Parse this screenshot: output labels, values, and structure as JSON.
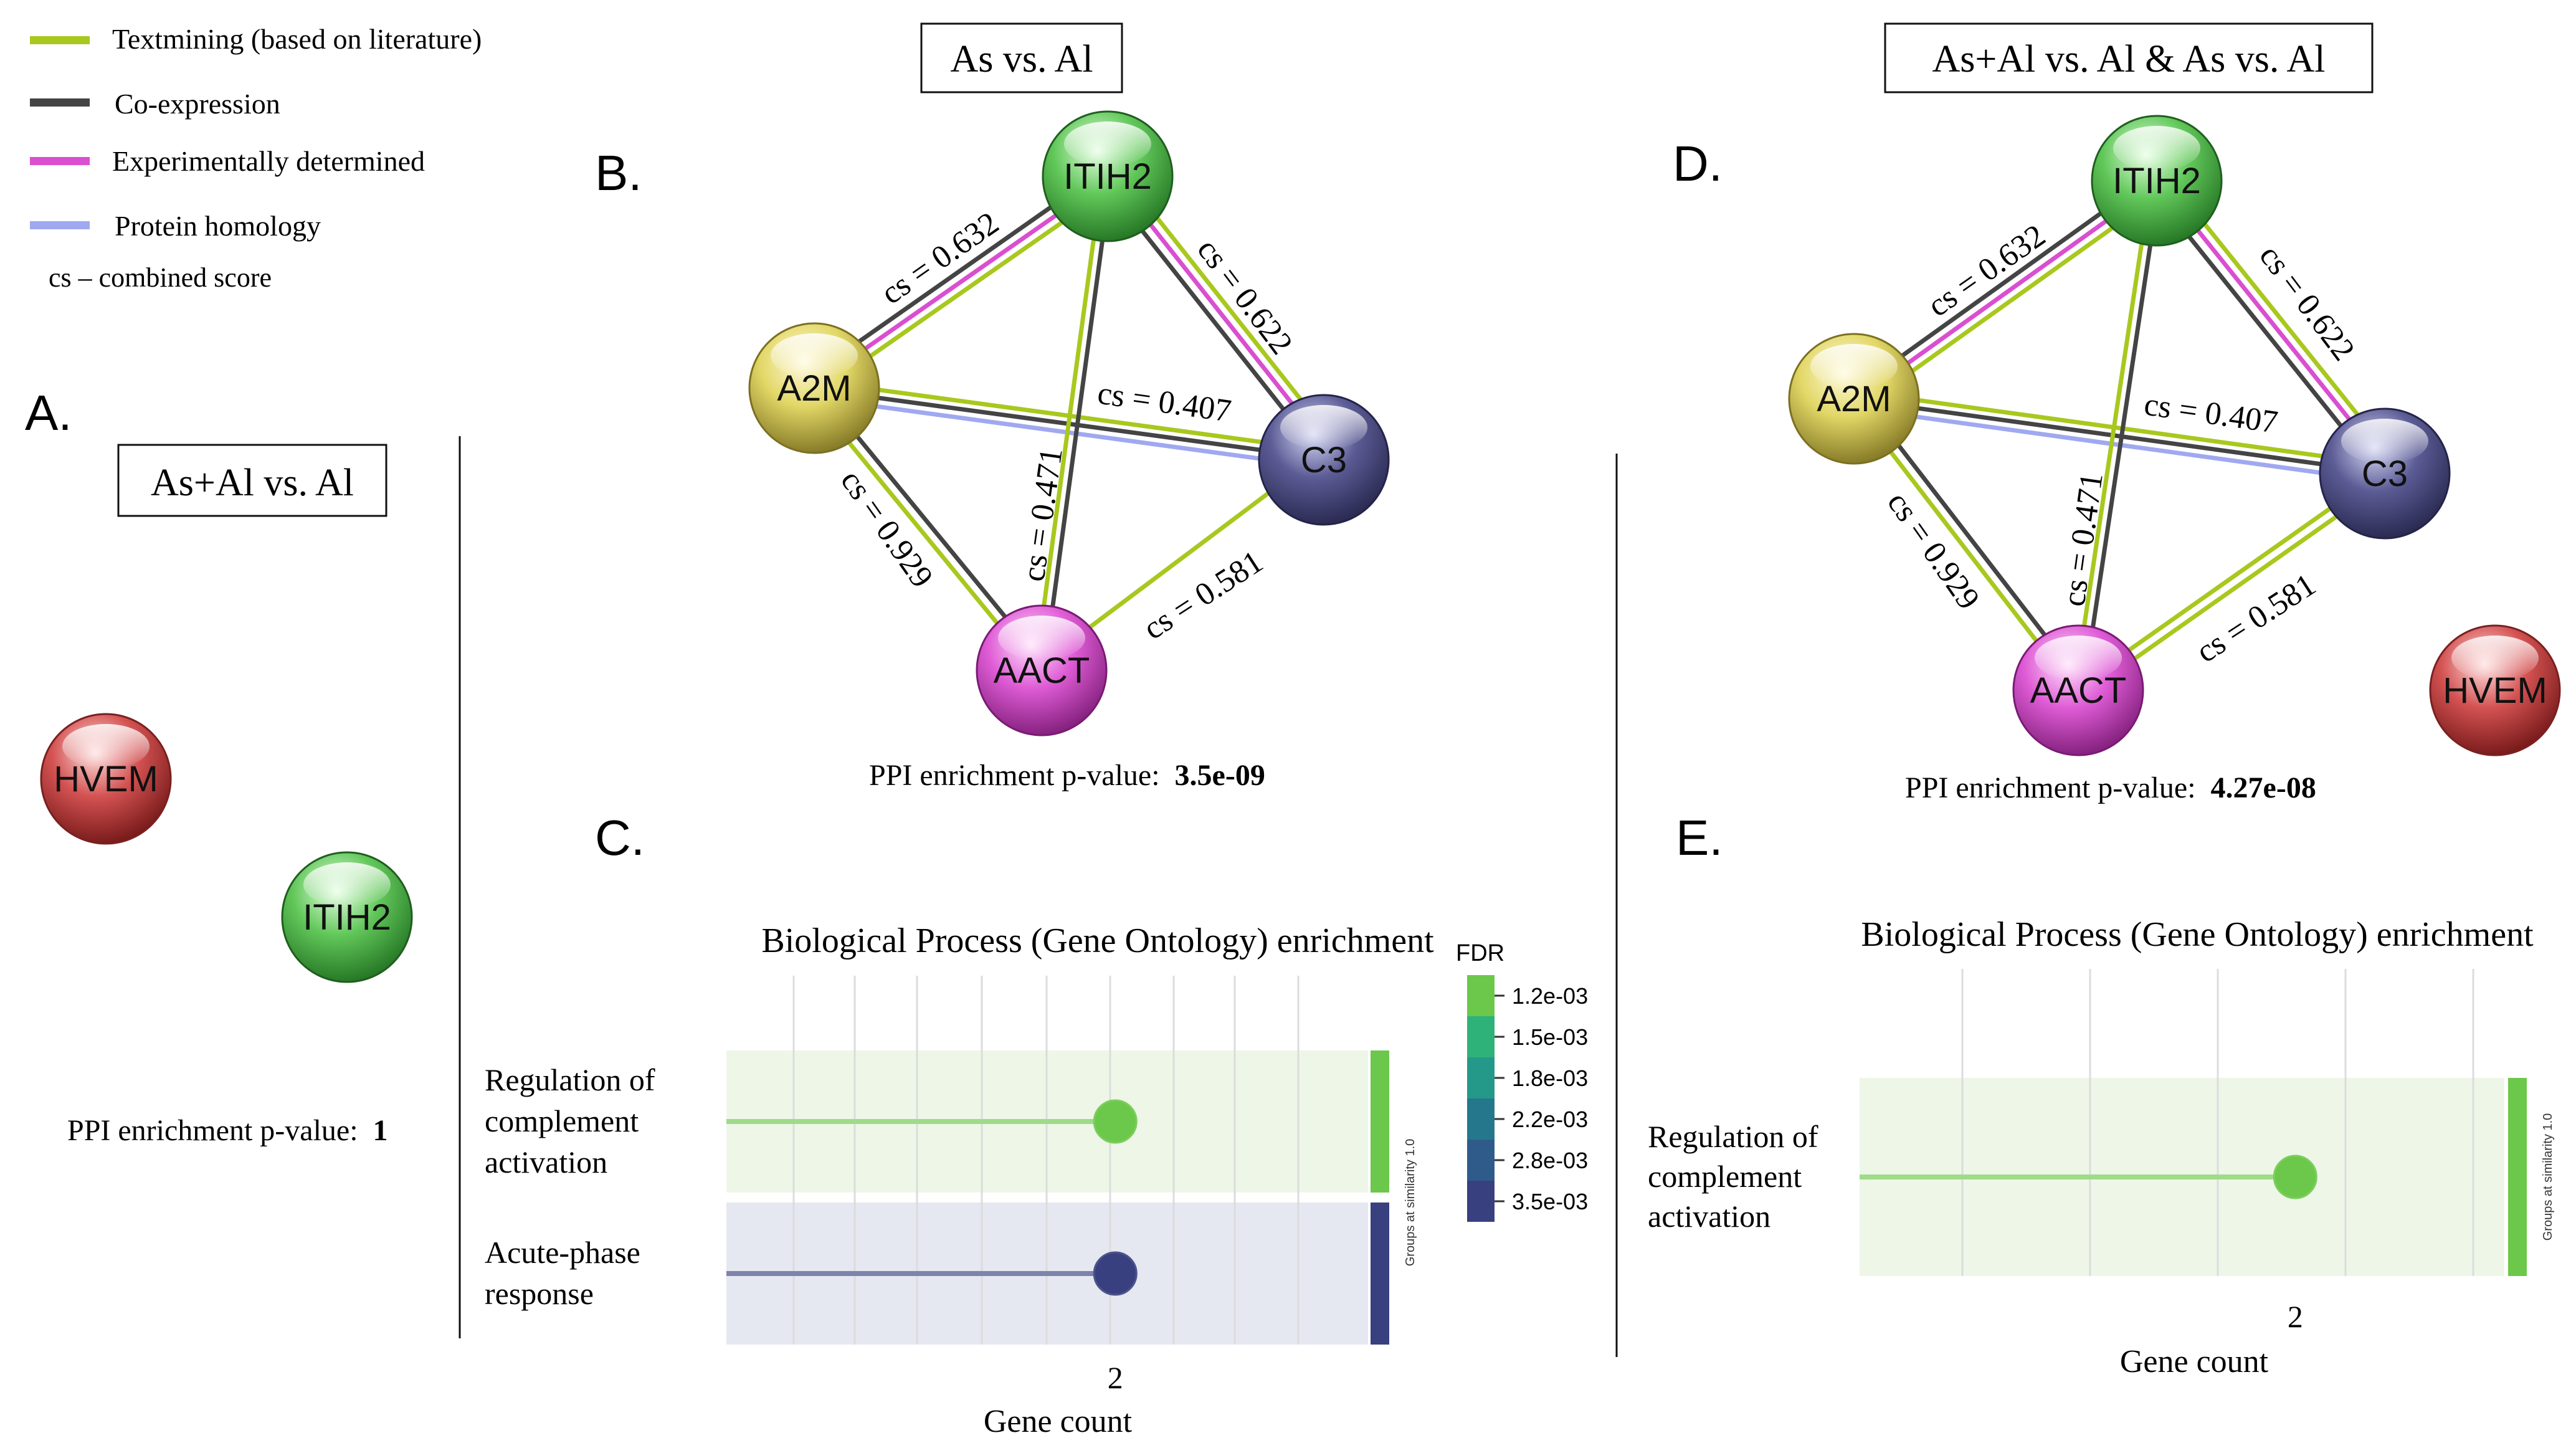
{
  "legend": {
    "items": [
      {
        "label": "Textmining (based on literature)",
        "color": "#a8c81e"
      },
      {
        "label": "Co-expression",
        "color": "#444444"
      },
      {
        "label": "Experimentally determined",
        "color": "#d94fd0"
      },
      {
        "label": "Protein homology",
        "color": "#a0a8f0"
      }
    ],
    "note": "cs – combined score"
  },
  "panels": {
    "a": {
      "letter": "A.",
      "title": "As+Al vs. Al",
      "ppi_label": "PPI enrichment p-value:",
      "ppi_value": "1"
    },
    "b": {
      "letter": "B.",
      "title": "As vs. Al",
      "ppi_label": "PPI enrichment p-value:",
      "ppi_value": "3.5e-09"
    },
    "c": {
      "letter": "C."
    },
    "d": {
      "letter": "D.",
      "title": "As+Al vs. Al & As vs. Al",
      "ppi_label": "PPI enrichment p-value:",
      "ppi_value": "4.27e-08"
    },
    "e": {
      "letter": "E."
    }
  },
  "nodes": {
    "itih2": "ITIH2",
    "a2m": "A2M",
    "c3": "C3",
    "aact": "AACT",
    "hvem": "HVEM"
  },
  "node_colors": {
    "itih2": "#4ab84a",
    "a2m": "#d8cc50",
    "c3": "#45457a",
    "aact": "#d23cc8",
    "hvem": "#cc3a3a"
  },
  "edges": {
    "a2m_itih2": "cs = 0.632",
    "itih2_c3": "cs = 0.622",
    "a2m_c3": "cs = 0.407",
    "aact_itih2": "cs = 0.471",
    "a2m_aact": "cs = 0.929",
    "aact_c3": "cs = 0.581"
  },
  "chart_data": [
    {
      "type": "lollipop",
      "panel": "C",
      "title": "Biological Process (Gene Ontology) enrichment",
      "categories": [
        "Regulation of complement activation",
        "Acute-phase response"
      ],
      "values": [
        2,
        2
      ],
      "fdr": [
        0.0012,
        0.0035
      ],
      "xlabel": "Gene count",
      "xticks": [
        "2"
      ],
      "side_label": "Groups at similarity 1.0",
      "legend": {
        "title": "FDR",
        "ticks": [
          "1.2e-03",
          "1.5e-03",
          "1.8e-03",
          "2.2e-03",
          "2.8e-03",
          "3.5e-03"
        ],
        "colors": [
          "#6cc84a",
          "#2fb27a",
          "#24998a",
          "#25788c",
          "#2f5b8a",
          "#38407f"
        ]
      },
      "colors": {
        "row1": "#6cc84a",
        "row2": "#38407f"
      }
    },
    {
      "type": "lollipop",
      "panel": "E",
      "title": "Biological Process (Gene Ontology) enrichment",
      "categories": [
        "Regulation of complement activation"
      ],
      "values": [
        2
      ],
      "xlabel": "Gene count",
      "xticks": [
        "2"
      ],
      "side_label": "Groups at similarity 1.0",
      "colors": {
        "row1": "#6cc84a"
      }
    }
  ]
}
